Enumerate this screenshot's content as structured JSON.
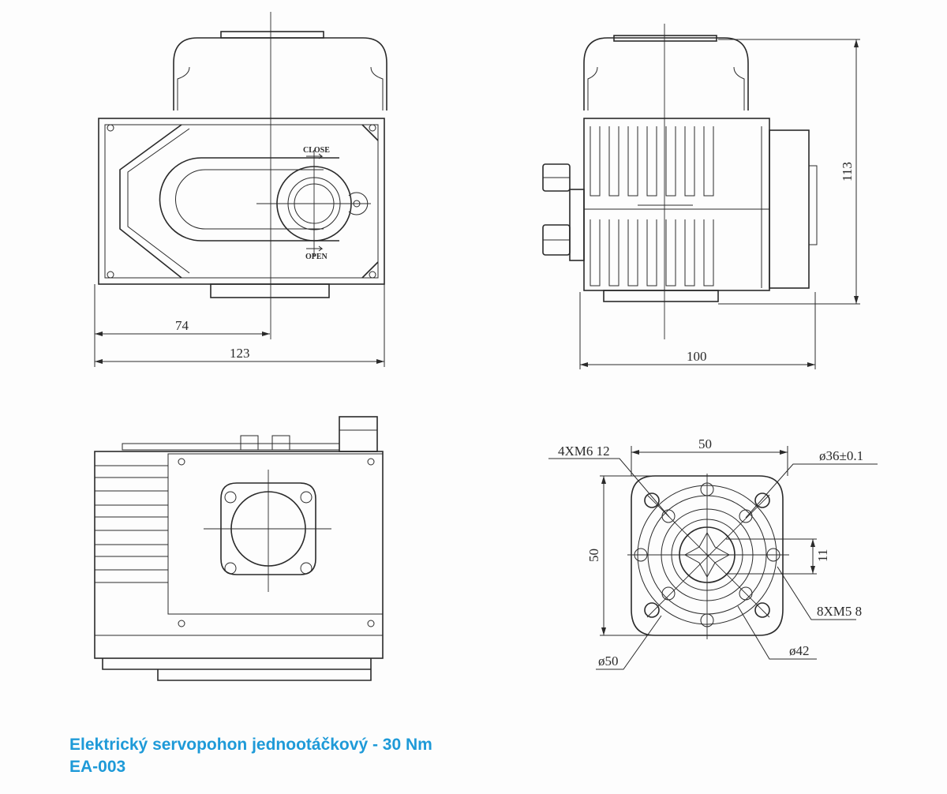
{
  "drawing": {
    "front_view": {
      "knob_close_label": "CLOSE",
      "knob_open_label": "OPEN",
      "dim_width_partial": "74",
      "dim_width_total": "123"
    },
    "side_view": {
      "dim_height": "113",
      "dim_depth": "100"
    },
    "flange_view": {
      "dim_width": "50",
      "dim_height": "50",
      "dim_offset": "11",
      "callout_holes_large": "4XM6 12",
      "callout_diameter_36": "ø36±0.1",
      "callout_holes_small": "8XM5 8",
      "callout_diameter_42": "ø42",
      "callout_diameter_50": "ø50"
    }
  },
  "caption": {
    "title": "Elektrický servopohon jednootáčkový - 30 Nm",
    "part_number": "EA-003"
  }
}
